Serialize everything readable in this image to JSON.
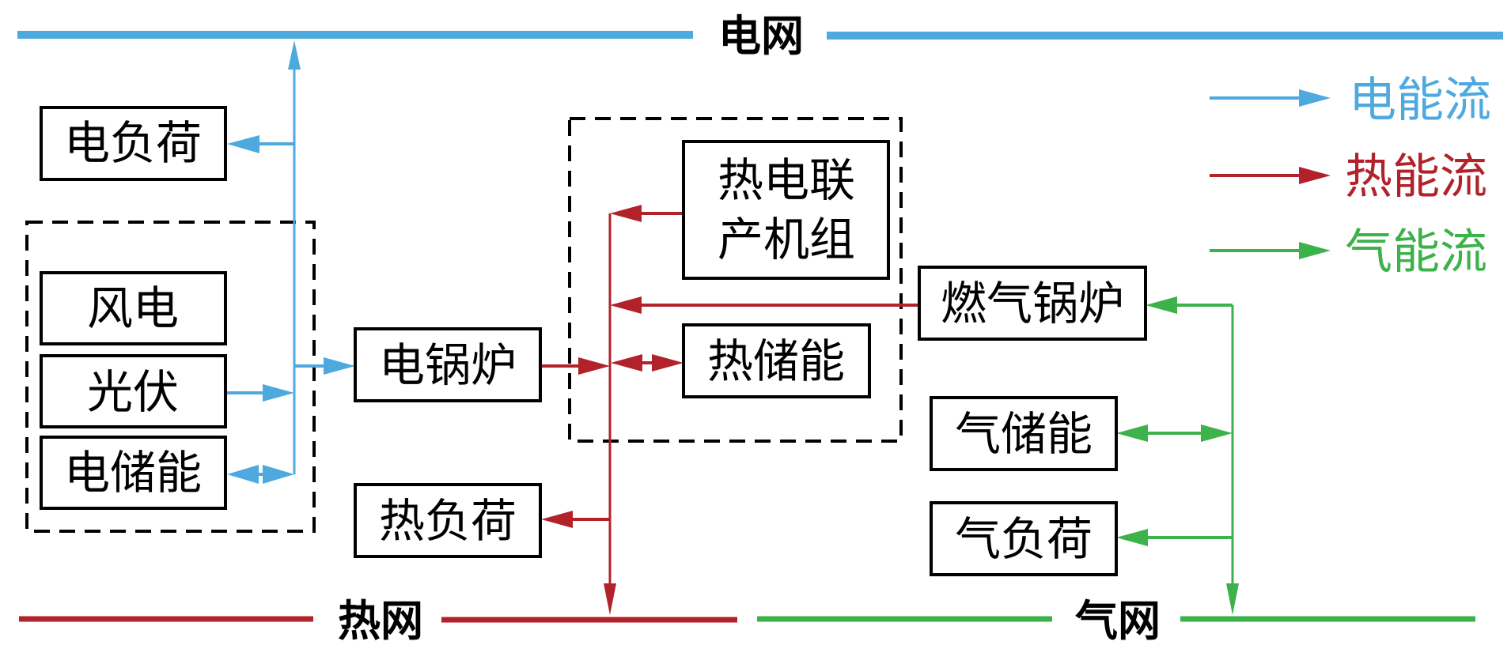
{
  "colors": {
    "electric": "#4EA9DF",
    "heat": "#B2222A",
    "gas": "#3DB14A",
    "box_border": "#000000"
  },
  "grids": {
    "electric": "电网",
    "heat": "热网",
    "gas": "气网"
  },
  "legend": [
    {
      "label": "电能流",
      "type": "electric"
    },
    {
      "label": "热能流",
      "type": "heat"
    },
    {
      "label": "气能流",
      "type": "gas"
    }
  ],
  "nodes": {
    "electric_load": "电负荷",
    "wind_power": "风电",
    "photovoltaic": "光伏",
    "electric_storage": "电储能",
    "electric_boiler": "电锅炉",
    "chp_line1": "热电联",
    "chp_line2": "产机组",
    "heat_storage": "热储能",
    "gas_boiler": "燃气锅炉",
    "heat_load": "热负荷",
    "gas_storage": "气储能",
    "gas_load": "气负荷"
  }
}
